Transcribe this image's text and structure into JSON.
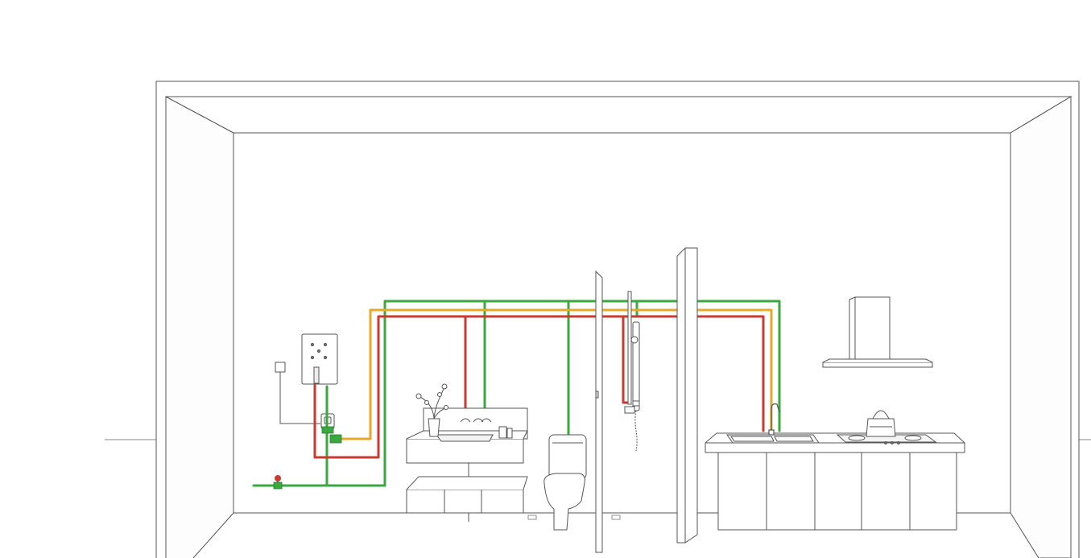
{
  "diagram": {
    "kind": "plumbing-installation-illustration",
    "pipe_colors": {
      "cold_water": "#3aa83e",
      "hot_water": "#c93a32",
      "mixed_supply": "#e6a92a"
    },
    "line_color": "#555555",
    "background": "#ffffff",
    "fixtures": [
      "water-heater",
      "electrical-switch",
      "main-valve",
      "bathroom-vanity",
      "toilet",
      "shower-set",
      "kitchen-counter",
      "range-hood"
    ]
  }
}
